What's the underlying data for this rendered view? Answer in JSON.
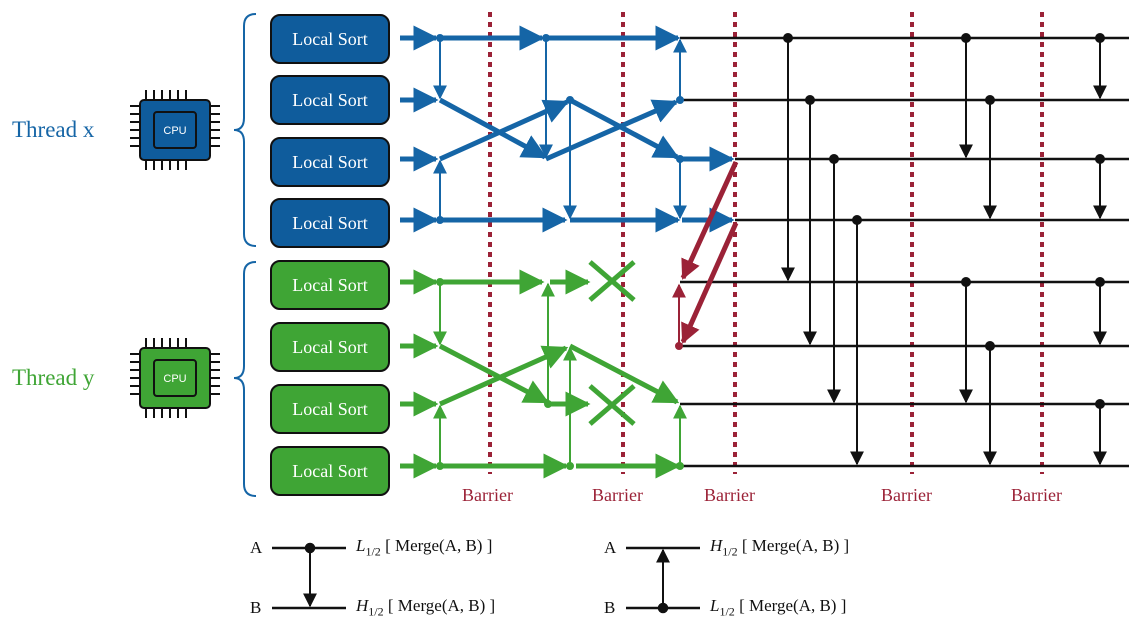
{
  "threads": [
    {
      "label": "Thread x",
      "color": "#1565a6",
      "chip_color": "#0f5c9c",
      "cpu_label": "CPU"
    },
    {
      "label": "Thread y",
      "color": "#3fa535",
      "chip_color": "#3fa535",
      "cpu_label": "CPU"
    }
  ],
  "local_sort_label": "Local Sort",
  "barrier_label": "Barrier",
  "barrier_color": "#9b2237",
  "legend": {
    "a": "A",
    "b": "B",
    "low": "L",
    "high": "H",
    "sub": "1/2",
    "merge": "[ Merge(A, B) ]"
  }
}
